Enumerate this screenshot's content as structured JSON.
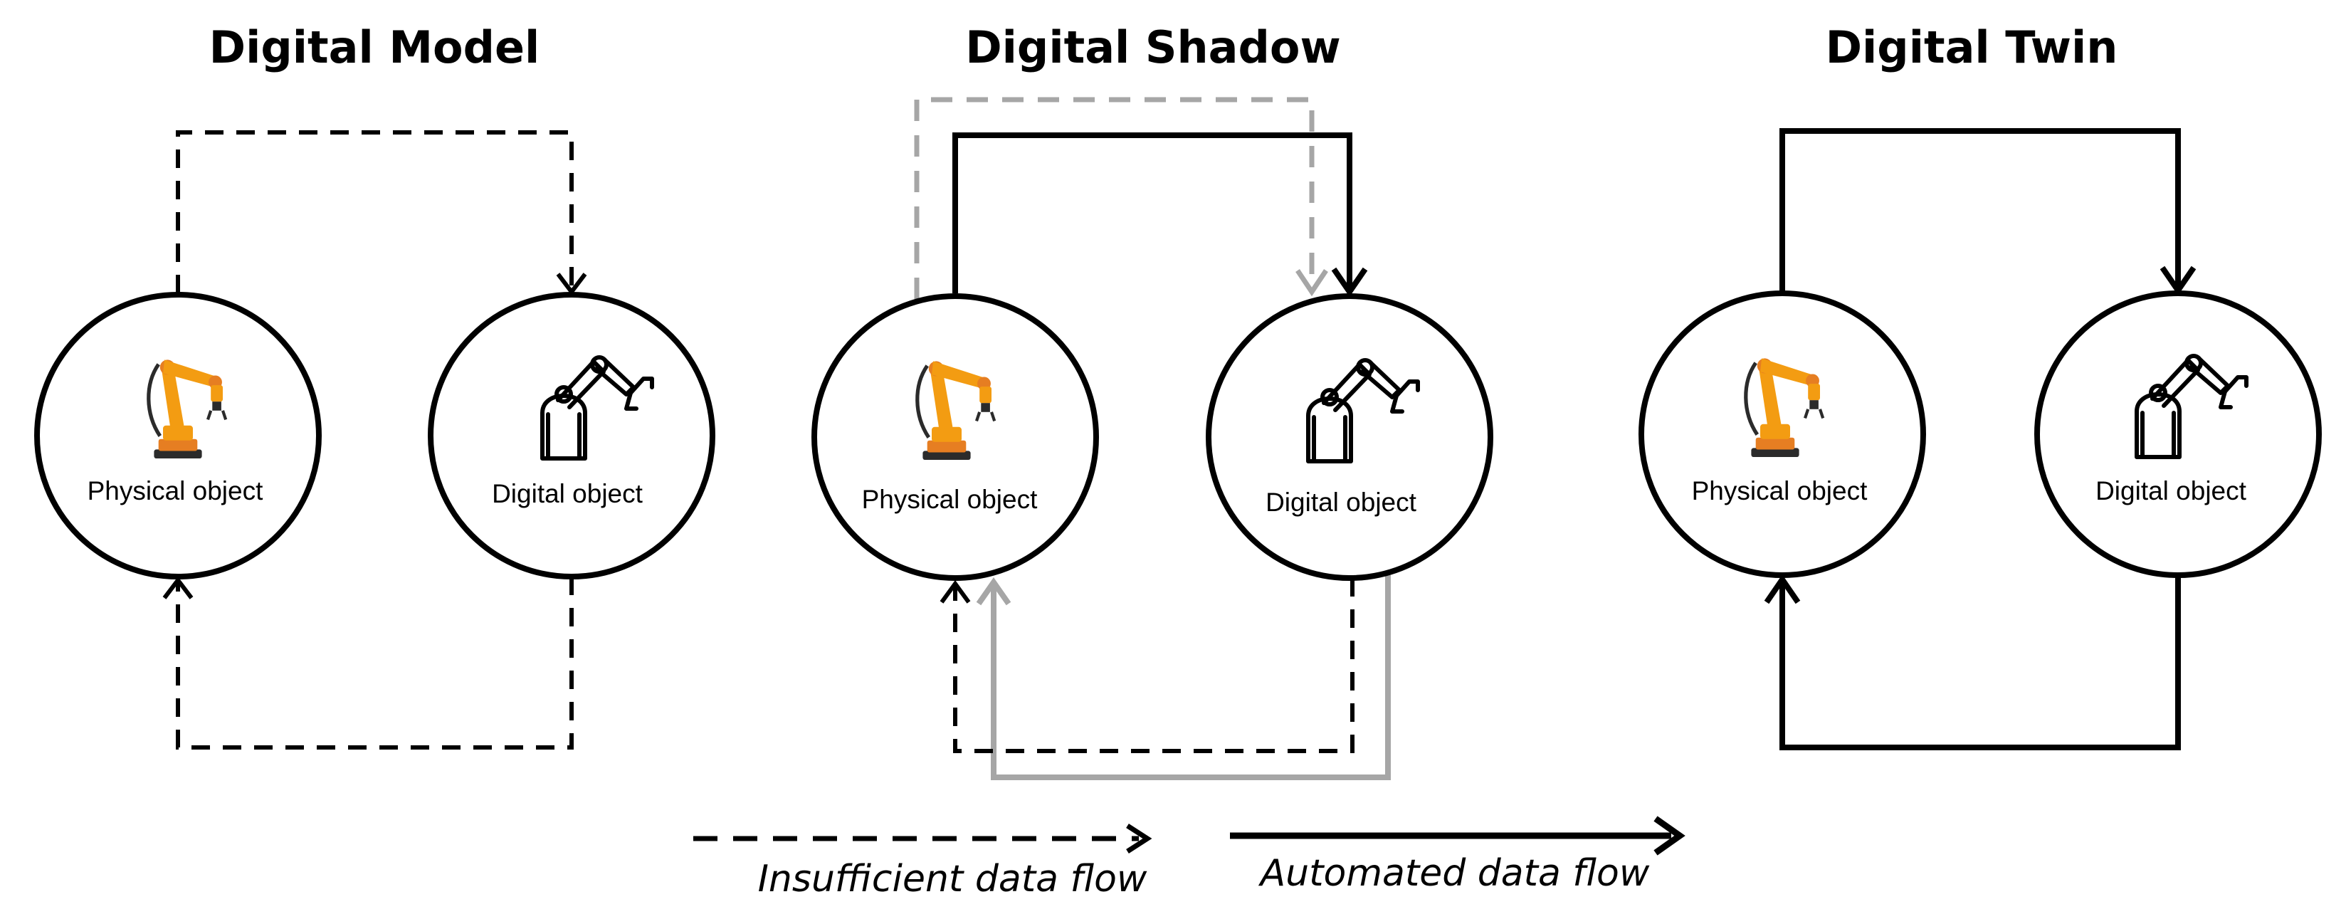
{
  "panels": [
    {
      "title": "Digital Model",
      "physical_label": "Physical object",
      "digital_label": "Digital object",
      "physical_icon": "industrial-robot-arm-icon",
      "digital_icon": "robot-arm-outline-icon",
      "top_flow": "insufficient",
      "bottom_flow": "insufficient"
    },
    {
      "title": "Digital Shadow",
      "physical_label": "Physical object",
      "digital_label": "Digital object",
      "physical_icon": "industrial-robot-arm-icon",
      "digital_icon": "robot-arm-outline-icon",
      "top_flow": "automated",
      "bottom_flow": "insufficient"
    },
    {
      "title": "Digital Twin",
      "physical_label": "Physical object",
      "digital_label": "Digital object",
      "physical_icon": "industrial-robot-arm-icon",
      "digital_icon": "robot-arm-outline-icon",
      "top_flow": "automated",
      "bottom_flow": "automated"
    }
  ],
  "legend": {
    "insufficient": "Insufficient data flow",
    "automated": "Automated data flow"
  },
  "colors": {
    "line": "#000000",
    "ghost_line": "#a6a6a6",
    "robot_orange": "#f39c12",
    "robot_dark": "#2b2b2b"
  }
}
